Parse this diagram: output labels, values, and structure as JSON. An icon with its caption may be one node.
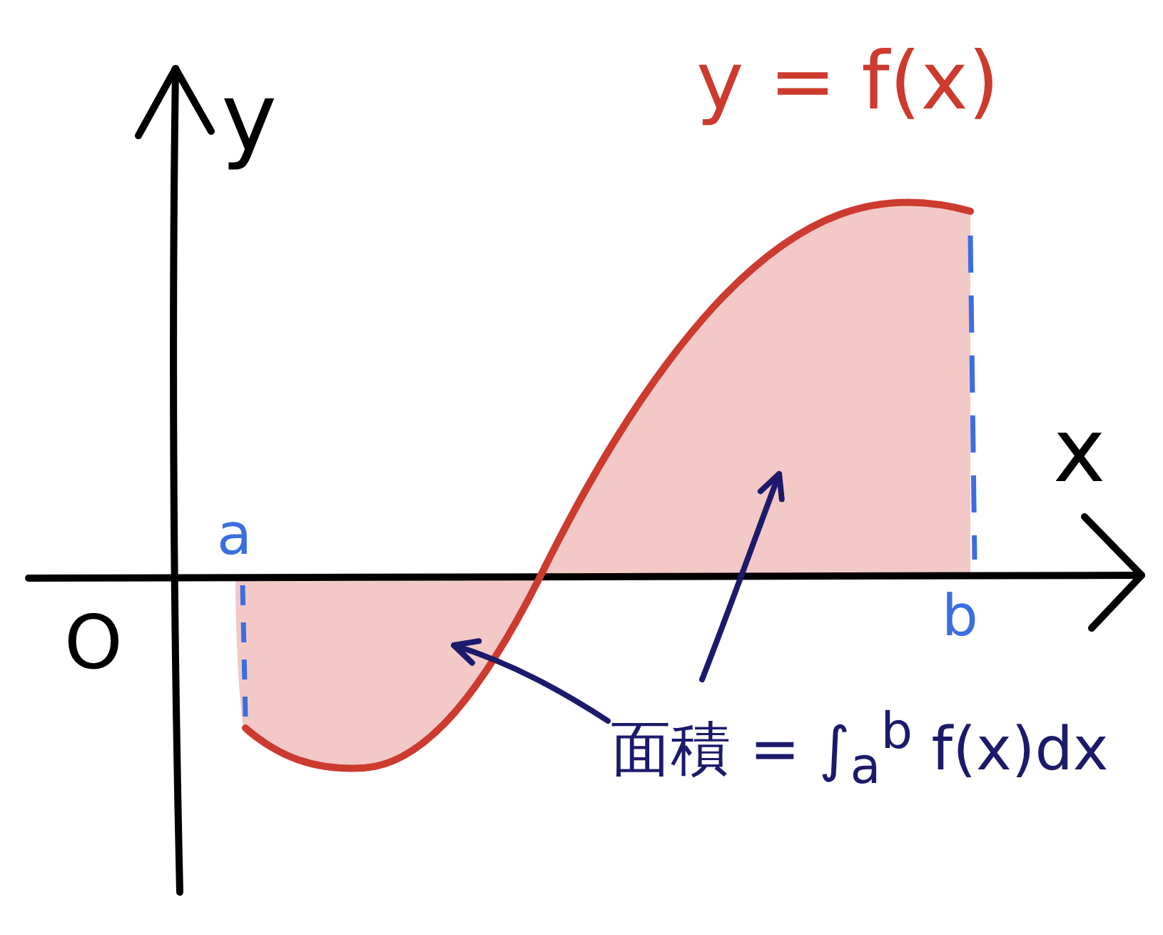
{
  "diagram": {
    "nodes": [
      {
        "text": [
          "面積 = ∫$_{a}$$^{b}$ f(x)dx"
        ]
      },
      {
        "text": [],
        "shape": "region"
      },
      {
        "text": [],
        "shape": "region"
      }
    ],
    "edges": [
      {
        "from": 0,
        "to": 1,
        "arrow": "to"
      },
      {
        "from": 0,
        "to": 2,
        "arrow": "to"
      }
    ],
    "labels": [
      "y",
      "y = f(x)",
      "x",
      "a",
      "O",
      "b"
    ]
  }
}
